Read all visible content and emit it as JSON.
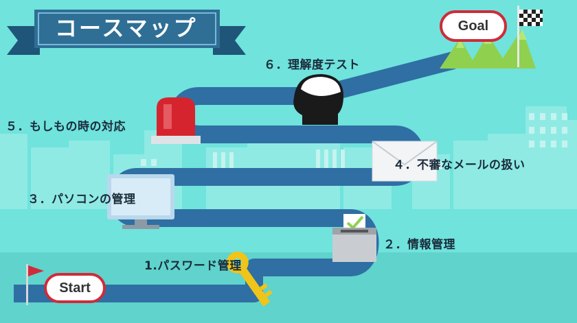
{
  "title": "コースマップ",
  "start_label": "Start",
  "goal_label": "Goal",
  "steps": [
    {
      "label": "1.パスワード管理",
      "icon": "key-icon"
    },
    {
      "label": "２．情報管理",
      "icon": "ballot-box-icon"
    },
    {
      "label": "３．パソコンの管理",
      "icon": "computer-monitor-icon"
    },
    {
      "label": "４．不審なメールの扱い",
      "icon": "envelope-icon"
    },
    {
      "label": "５．もしもの時の対応",
      "icon": "alarm-light-icon"
    },
    {
      "label": "６．理解度テスト",
      "icon": "head-icon"
    }
  ],
  "colors": {
    "background": "#6fe3dc",
    "road": "#2f6fa3",
    "banner": "#2f6f95",
    "accent_red": "#cf2b3a",
    "mountain": "#8fd14f"
  }
}
